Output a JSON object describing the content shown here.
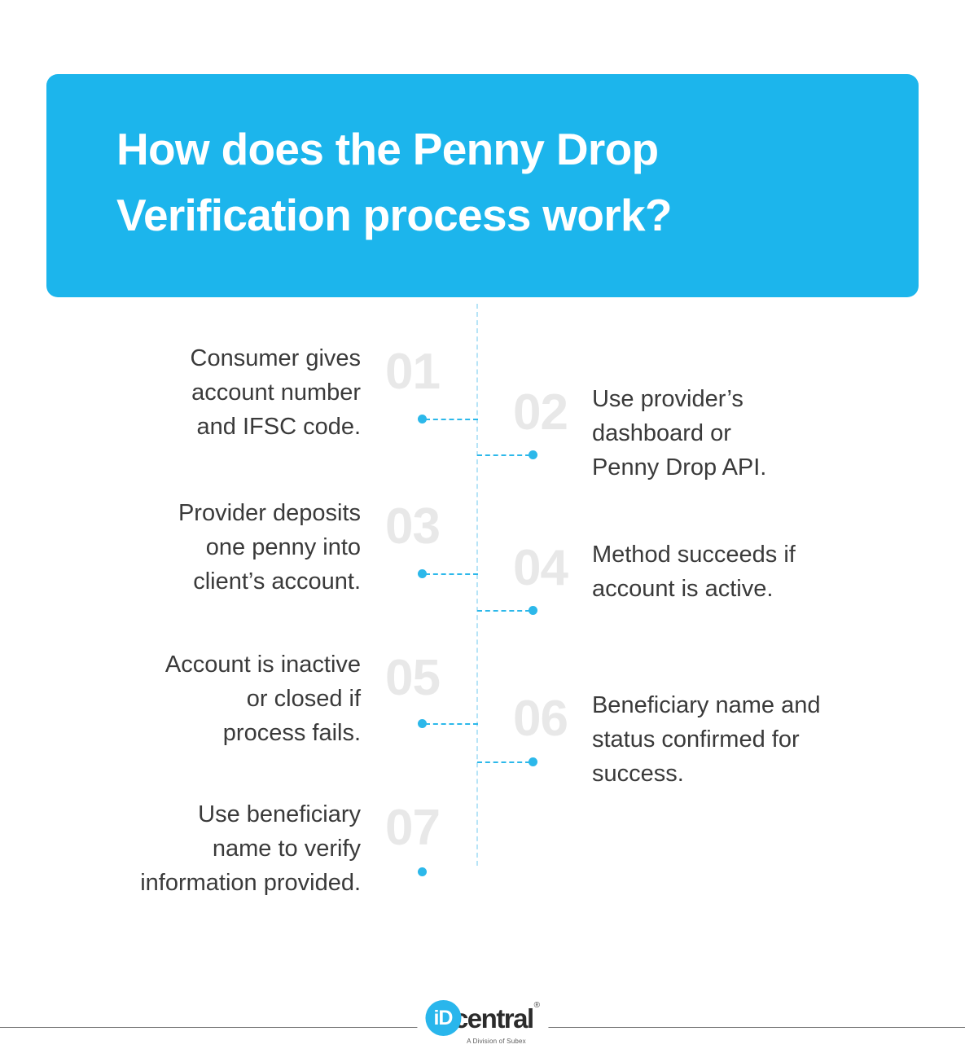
{
  "header": {
    "title": "How does the Penny Drop\nVerification process work?",
    "background_color": "#1cb5ec",
    "text_color": "#ffffff"
  },
  "colors": {
    "accent": "#2cb8ea",
    "banner": "#1cb5ec",
    "number_gray": "#e8e8e8",
    "body_text": "#3a3a3a",
    "spine_dash": "#b7e4f7"
  },
  "steps": [
    {
      "number": "01",
      "text": "Consumer gives\naccount number\nand IFSC code.",
      "side": "left"
    },
    {
      "number": "02",
      "text": "Use provider’s\ndashboard or\nPenny Drop API.",
      "side": "right"
    },
    {
      "number": "03",
      "text": "Provider deposits\none penny into\nclient’s account.",
      "side": "left"
    },
    {
      "number": "04",
      "text": "Method succeeds if\naccount is active.",
      "side": "right"
    },
    {
      "number": "05",
      "text": "Account is inactive\nor closed if\nprocess fails.",
      "side": "left"
    },
    {
      "number": "06",
      "text": "Beneficiary name and\nstatus confirmed for\nsuccess.",
      "side": "right"
    },
    {
      "number": "07",
      "text": "Use beneficiary\nname to verify\ninformation provided.",
      "side": "left"
    }
  ],
  "footer": {
    "logo_mark": "iD",
    "logo_wordmark": "central",
    "registered_mark": "®",
    "tagline": "A Division of Subex"
  }
}
